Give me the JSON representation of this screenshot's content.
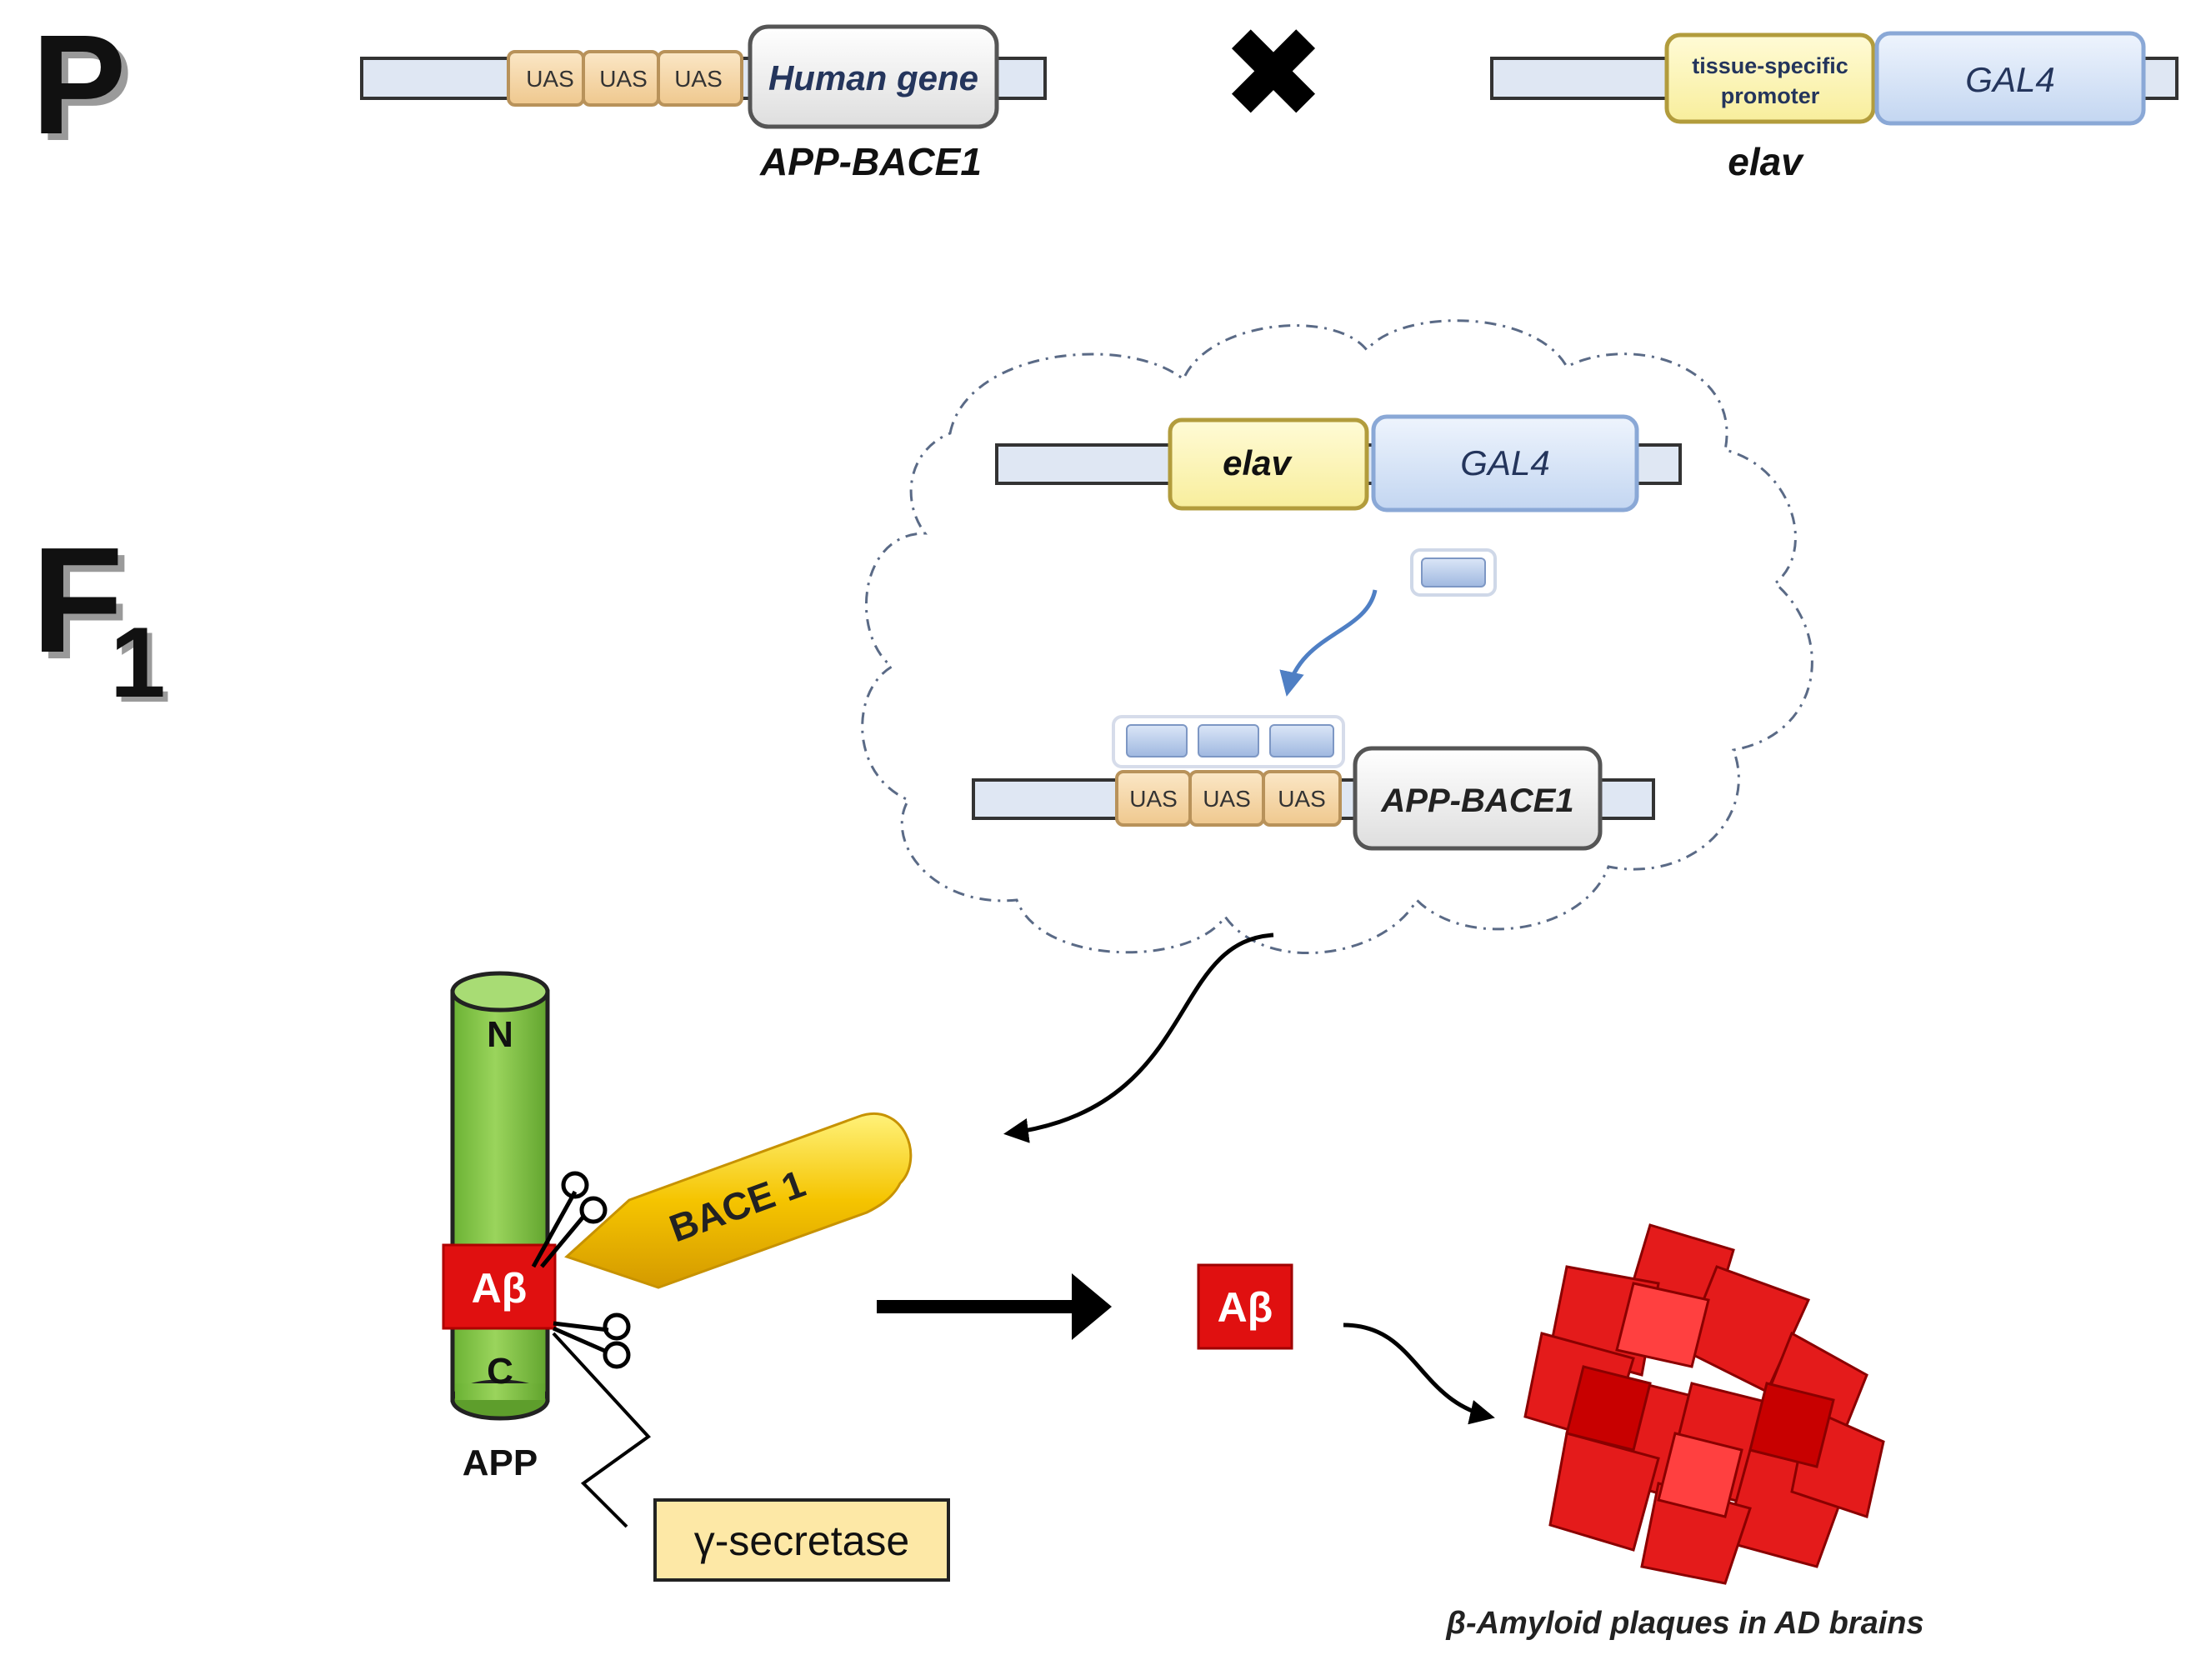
{
  "generation_labels": {
    "parent": "P",
    "f1_main": "F",
    "f1_sub": "1"
  },
  "parent_cross": {
    "cross_symbol": "✖",
    "construct_1": {
      "uas": [
        "UAS",
        "UAS",
        "UAS"
      ],
      "gene_box": "Human gene",
      "caption": "APP-BACE1"
    },
    "construct_2": {
      "promoter_line1": "tissue-specific",
      "promoter_line2": "promoter",
      "gene_box": "GAL4",
      "caption": "elav"
    }
  },
  "f1_cell": {
    "driver": {
      "promoter": "elav",
      "gene": "GAL4"
    },
    "responder": {
      "uas": [
        "UAS",
        "UAS",
        "UAS"
      ],
      "gene": "APP-BACE1"
    }
  },
  "processing": {
    "app_n_label": "N",
    "app_c_label": "C",
    "app_label": "APP",
    "abeta_label": "Aβ",
    "bace1_label": "BACE 1",
    "gamma_secretase_label": "γ-secretase",
    "free_abeta_label": "Aβ",
    "plaques_caption": "β-Amyloid plaques in AD brains"
  },
  "colors": {
    "uas_fill": "#f6d7a7",
    "uas_stroke": "#b8925a",
    "promoter_fill": "#fdf6b0",
    "gal4_fill": "#d7e4f7",
    "app_fill": "#7dc243",
    "abeta_fill": "#e01010",
    "bace1_fill": "#f5c400",
    "gamma_fill": "#fde8a6",
    "plaque_fill": "#e41b1b",
    "arrow_blue": "#4f7fc4"
  }
}
